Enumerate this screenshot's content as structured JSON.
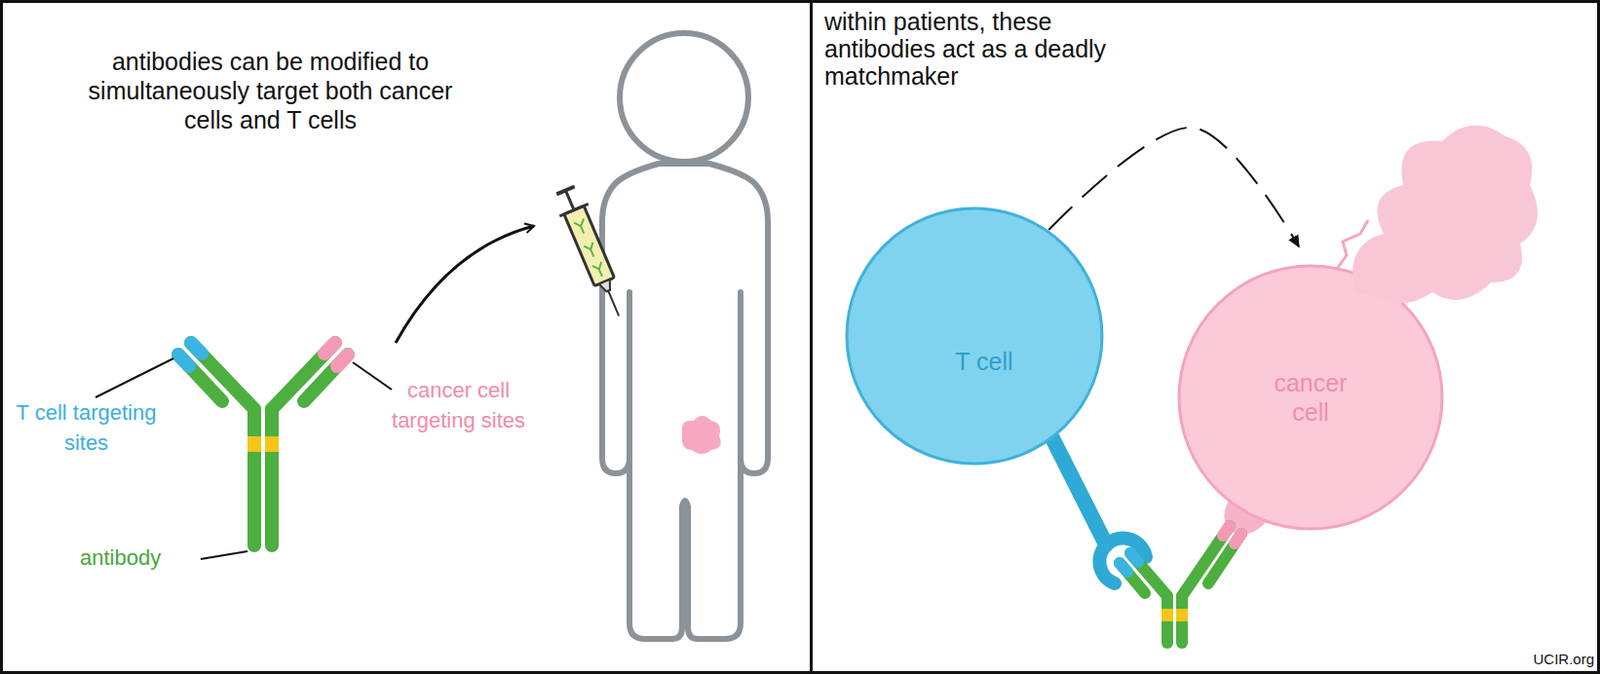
{
  "diagram": {
    "nodes": [
      {
        "text": [
          "T cell"
        ]
      },
      {
        "text": [
          "cancer cell"
        ]
      }
    ],
    "edges": [
      {
        "from": 0,
        "to": 1,
        "arrow": "to"
      }
    ],
    "labels": [
      "antibodies can be modified to simultaneously target both cancer cells and T cells",
      "T cell targeting sites",
      "cancer cell targeting sites",
      "antibody",
      "within patients, these antibodies act as a deadly matchmaker",
      "UCIR.org"
    ]
  }
}
